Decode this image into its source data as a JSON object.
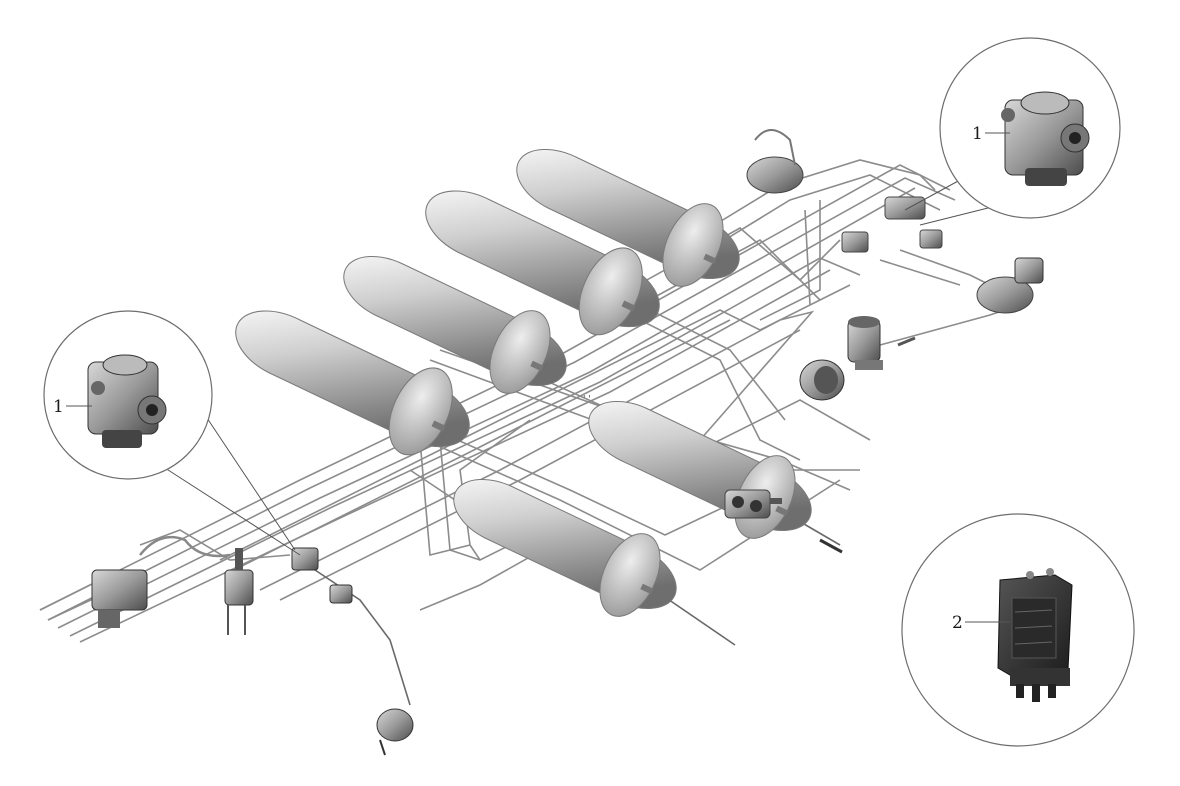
{
  "callouts": {
    "left_valve": "1",
    "right_valve": "1",
    "control_unit": "2"
  },
  "icons": {
    "air_tank": "cylinder-tank-icon",
    "valve": "brake-valve-icon",
    "ecu": "control-module-icon"
  },
  "colors": {
    "tank_light": "#e6e6e6",
    "tank_dark": "#7a7a7a",
    "pipe": "#8c8c8c",
    "outline": "#6d6d6d"
  }
}
